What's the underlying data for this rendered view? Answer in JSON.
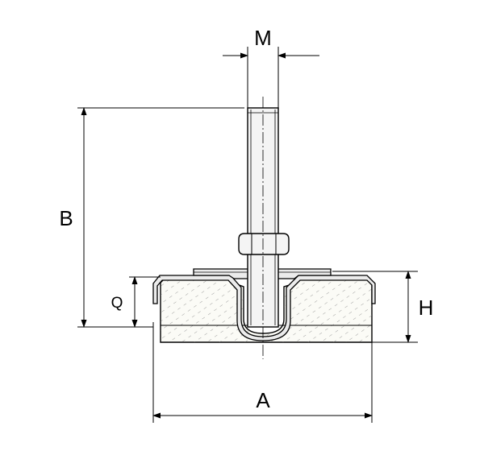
{
  "diagram": {
    "colors": {
      "line": "#000000",
      "pad_fill": "#fbfbf6",
      "metal_fill": "#ececec",
      "background": "#ffffff"
    },
    "dimensions": {
      "thread": "M",
      "total_height": "B",
      "pad_height": "Q",
      "base_height": "H",
      "base_width": "A"
    }
  }
}
